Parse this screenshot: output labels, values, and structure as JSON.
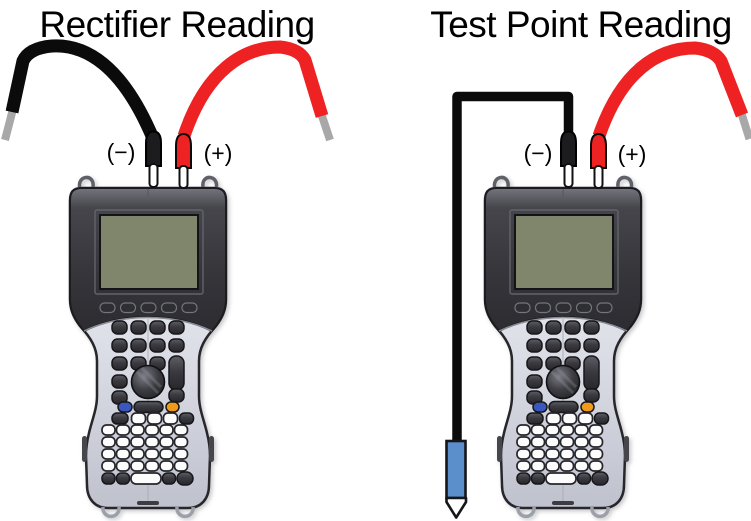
{
  "diagram": {
    "background": "#FFFFFF",
    "panels": [
      {
        "id": "rectifier-reading",
        "title": "Rectifier Reading",
        "negative_label": "(−)",
        "positive_label": "(+)",
        "device": "handheld-test-meter",
        "leads": [
          {
            "name": "negative-test-lead",
            "color": "#0B0B0B",
            "tip_color": "#A8A8A8",
            "terminal": "(−)"
          },
          {
            "name": "positive-test-lead",
            "color": "#EE2222",
            "tip_color": "#A8A8A8",
            "terminal": "(+)"
          }
        ]
      },
      {
        "id": "test-point-reading",
        "title": "Test Point Reading",
        "negative_label": "(−)",
        "positive_label": "(+)",
        "device": "handheld-test-meter",
        "leads": [
          {
            "name": "negative-lead-to-test-probe",
            "color": "#0B0B0B",
            "probe_color": "#5B8FCB",
            "terminal": "(−)"
          },
          {
            "name": "positive-test-lead",
            "color": "#EE2222",
            "tip_color": "#A8A8A8",
            "terminal": "(+)"
          }
        ]
      }
    ],
    "colors": {
      "lead_red": "#EE2222",
      "lead_black": "#0B0B0B",
      "tip_gray": "#A8A8A8",
      "probe_blue": "#5B8FCB",
      "screen_green": "#80866C",
      "bezel_dark": "#3A3A40",
      "body_silver": "#D8DBE4",
      "key_blue": "#3A57C0",
      "key_orange": "#F09A1A"
    }
  }
}
